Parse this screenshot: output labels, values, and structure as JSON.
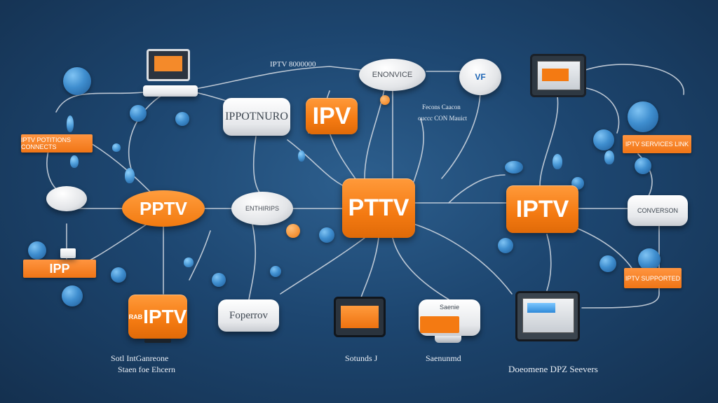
{
  "colors": {
    "background": "#1d4670",
    "accent": "#f47a12",
    "link": "#d7dde5",
    "orb": "#3f8ecf"
  },
  "top": {
    "router_caption": "IPTV 8000000",
    "oval_label": "ENONVICE",
    "badge_label": "VF",
    "monitor_right": "tv-screen-icon"
  },
  "boxes": {
    "center_main": "PTTV",
    "right_main": "IPTV",
    "left_pill": "PPTV",
    "top_orange": "IPV",
    "top_white": "IPPOTNURO",
    "mid_oval": "ENTHIRIPS",
    "right_small_white": "CONVERSON",
    "bottom_orange": "IPTV",
    "bottom_orange_prefix": "RAB",
    "bottom_white": "Foperrov",
    "left_small_bar": "IPP"
  },
  "side_labels": {
    "left_top_bar": "IPTV POTITIONS CONNECTS",
    "right_top_bar": "IPTV SERVICES LINK",
    "right_bottom_bar": "IPTV SUPPORTED",
    "center_top_text_1": "Fecons Caacon",
    "center_top_text_2": "ouccc CON Mauict"
  },
  "captions": {
    "bottom_left_1": "Sotl IntGanreone",
    "bottom_left_2": "Staen foe Ehcern",
    "bottom_mid_1": "Sotunds J",
    "bottom_mid_2": "Saenunmd",
    "bottom_right": "Doeomene DPZ Seevers",
    "screen_label": "Saenie"
  }
}
